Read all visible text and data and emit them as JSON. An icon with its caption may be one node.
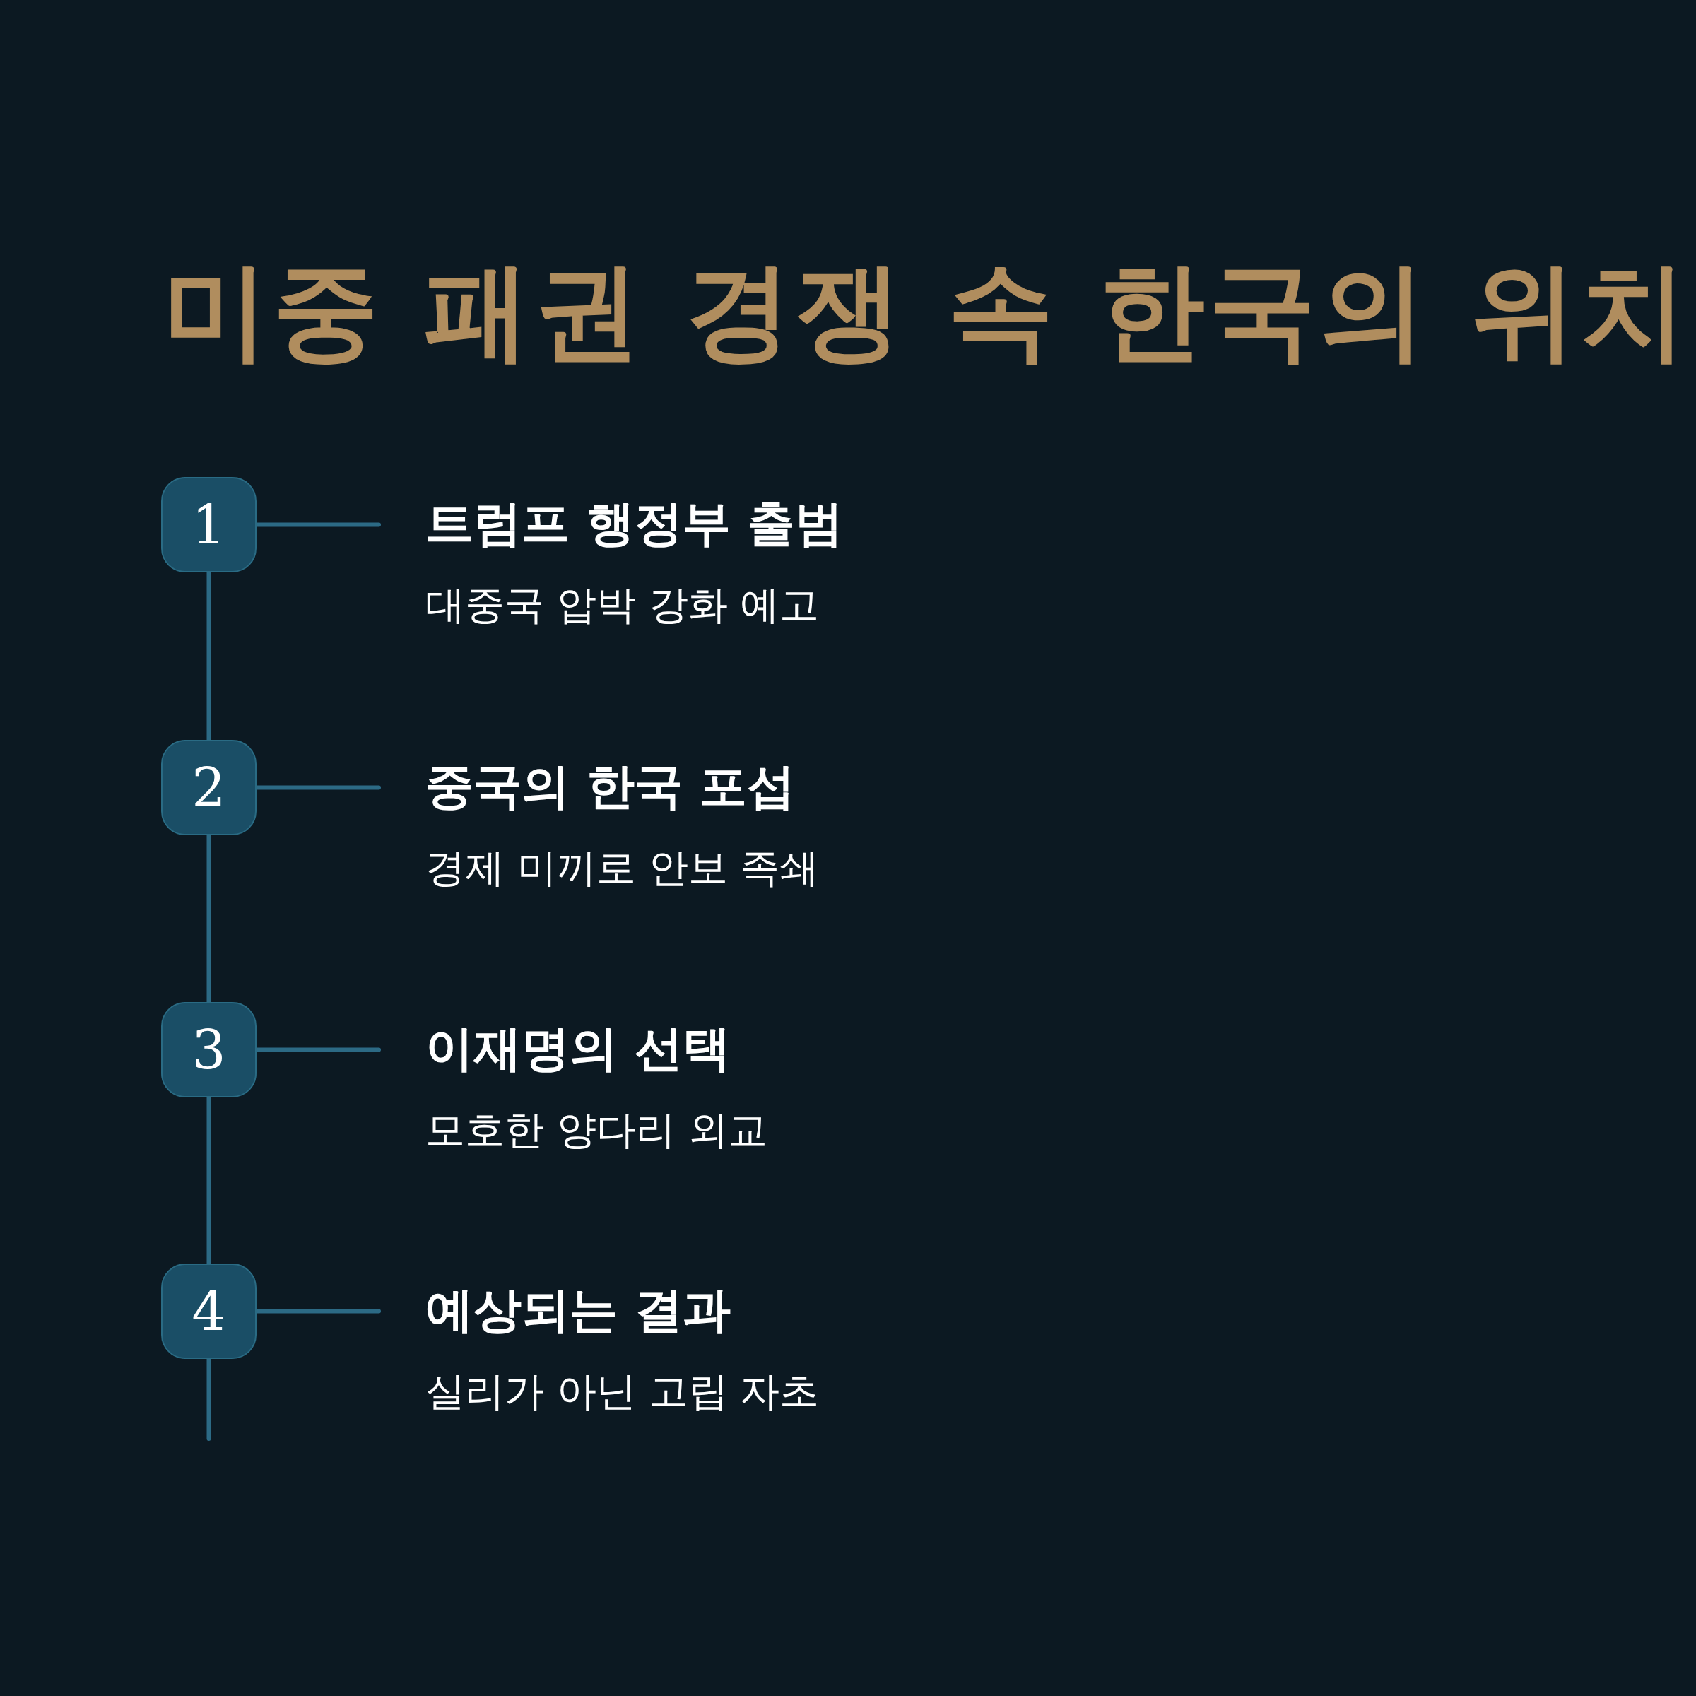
{
  "diagram": {
    "title": "미중 패권 경쟁 속 한국의 위치",
    "nodes": [
      {
        "text": [
          "1"
        ]
      },
      {
        "text": [
          "트럼프 행정부 출범",
          "대중국 압박 강화 예고"
        ]
      },
      {
        "text": [
          "2"
        ]
      },
      {
        "text": [
          "중국의 한국 포섭",
          "경제 미끼로 안보 족쇄"
        ]
      },
      {
        "text": [
          "3"
        ]
      },
      {
        "text": [
          "이재명의 선택",
          "모호한 양다리 외교"
        ]
      },
      {
        "text": [
          "4"
        ]
      },
      {
        "text": [
          "예상되는 결과",
          "실리가 아닌 고립 자초"
        ]
      }
    ],
    "edges": [
      {
        "from": 0,
        "to": 1,
        "arrow": "none"
      },
      {
        "from": 0,
        "to": 2,
        "arrow": "none"
      },
      {
        "from": 2,
        "to": 3,
        "arrow": "none"
      },
      {
        "from": 2,
        "to": 4,
        "arrow": "none"
      },
      {
        "from": 4,
        "to": 5,
        "arrow": "none"
      },
      {
        "from": 4,
        "to": 6,
        "arrow": "none"
      },
      {
        "from": 6,
        "to": 7,
        "arrow": "none"
      },
      {
        "from": 6,
        "to": null,
        "arrow": "none"
      }
    ]
  }
}
